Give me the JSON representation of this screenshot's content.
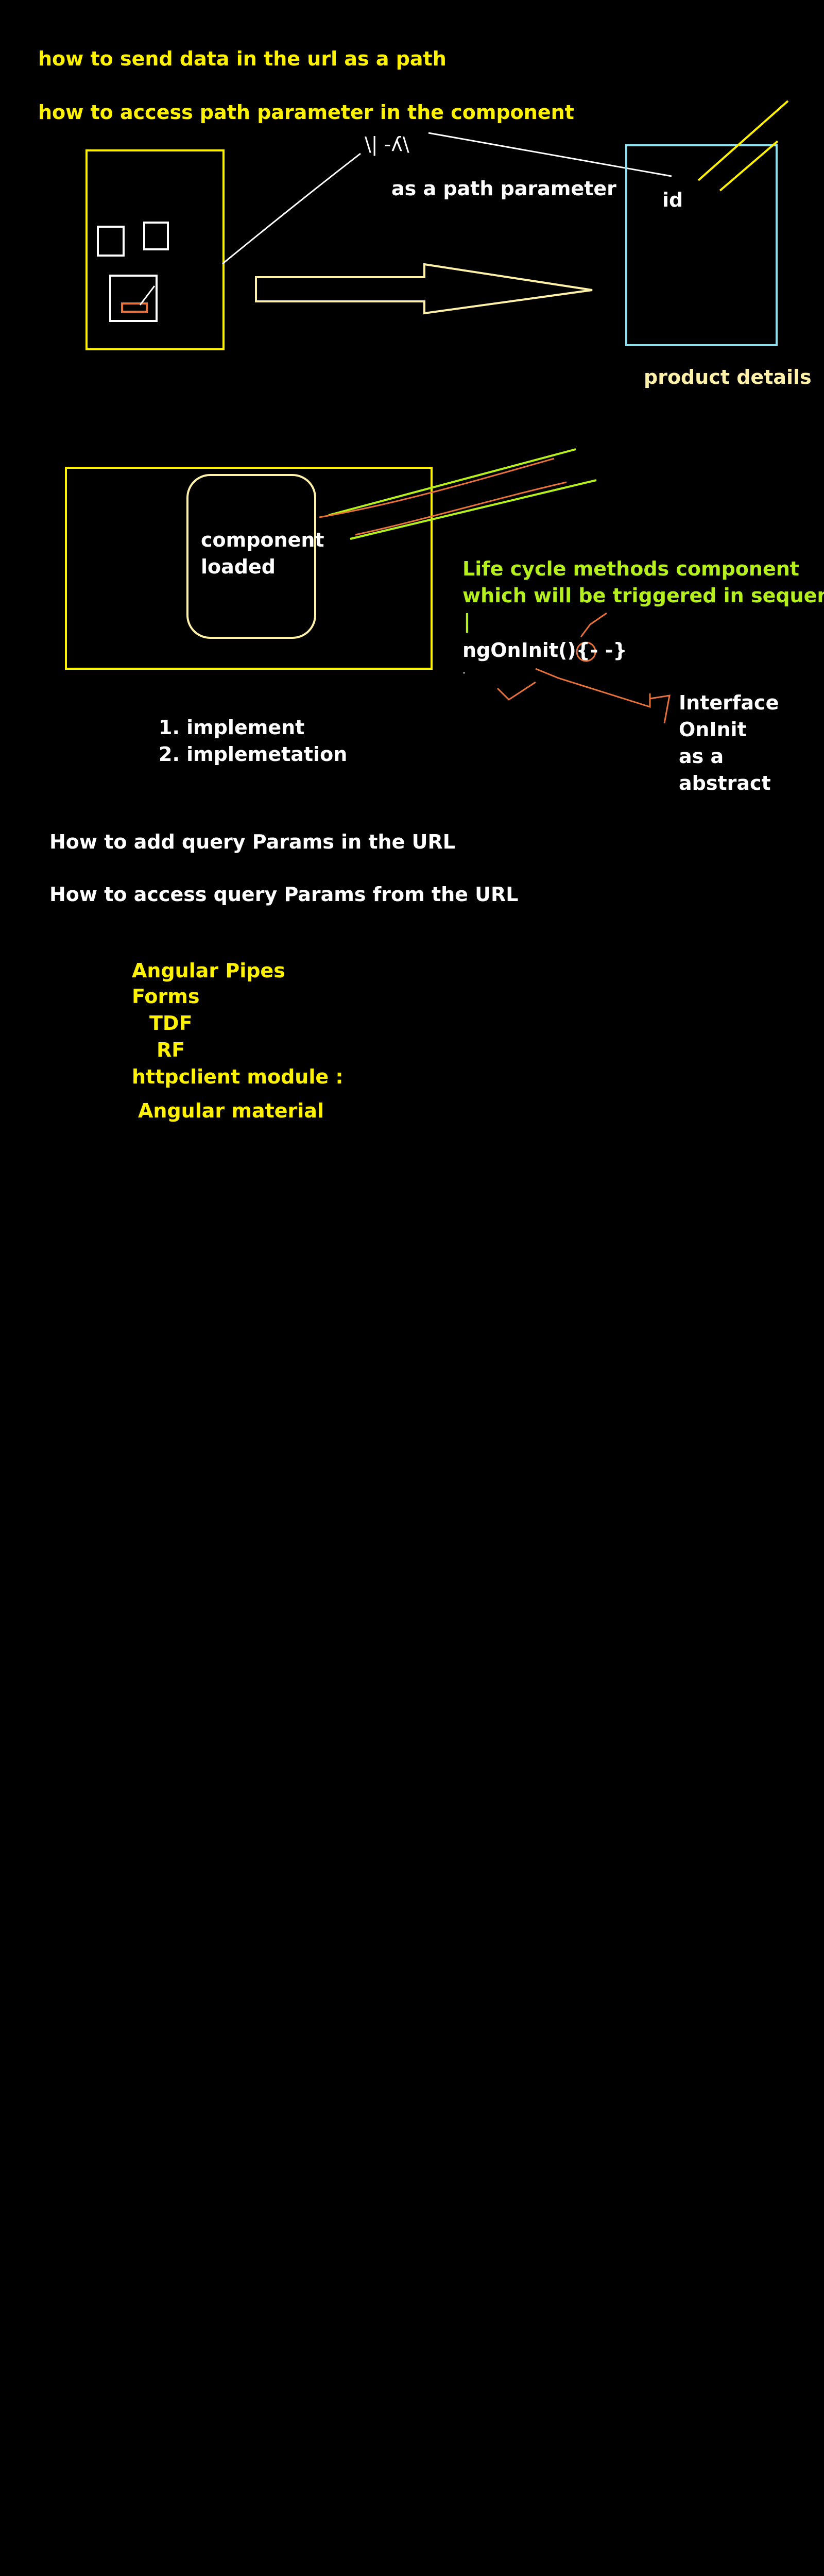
{
  "section_path": {
    "heading_1": "how to send data in the url as a path",
    "heading_2": "how to access path parameter in the component",
    "url_scribble": "\\| -ʎ\\",
    "arrow_label": "as a path parameter",
    "target_param": "id",
    "target_caption": "product details"
  },
  "section_lifecycle": {
    "component_box_line1": "component",
    "component_box_line2": "loaded",
    "lifecycle_line1": "Life cycle methods component",
    "lifecycle_line2": "which will be triggered in sequence",
    "lifecycle_bar": "|",
    "ng_on_init": "ngOnInit(){-  -}",
    "interface_note": [
      "Interface",
      "OnInit",
      "as a",
      "abstract"
    ],
    "steps": [
      "1. implement",
      "2. implemetation"
    ]
  },
  "section_query": {
    "line1": "How to add query Params in the URL",
    "line2": "How to access query Params from the URL"
  },
  "topics": {
    "items": [
      "Angular Pipes",
      "Forms",
      "TDF",
      "RF",
      "httpclient module :",
      "Angular material"
    ]
  },
  "colors": {
    "background": "#000000",
    "yellow": "#fff200",
    "white": "#ffffff",
    "lime": "#b5f01c",
    "cyan": "#8de0f0",
    "orange": "#e8713a",
    "cream": "#fff2a8"
  }
}
